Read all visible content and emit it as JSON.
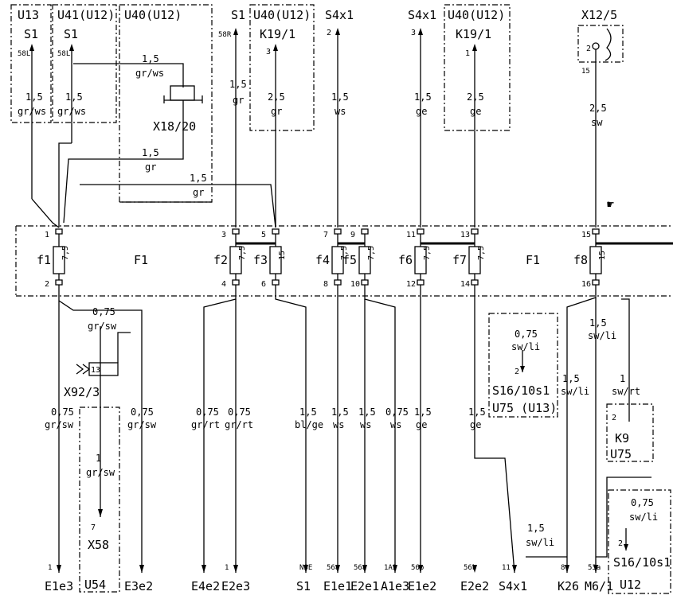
{
  "top_labels": {
    "u13": "U13",
    "u41": "U41(U12)",
    "u40a": "U40(U12)",
    "s1a": "S1",
    "u40b": "U40(U12)",
    "s4x1a": "S4x1",
    "s4x1b": "S4x1",
    "u40c": "U40(U12)",
    "x12": "X12/5"
  },
  "top_components": {
    "s1_u13": "S1",
    "s1_u41": "S1",
    "k19_a": "K19/1",
    "k19_b": "K19/1",
    "x18": "X18/20"
  },
  "top_pins": {
    "p58l_a": "58L",
    "p58l_b": "58L",
    "p58r": "58R",
    "p3": "3",
    "p2a": "2",
    "p3b": "3",
    "p1": "1",
    "p2x": "2",
    "p15": "15"
  },
  "top_wires": {
    "w1_s": "1,5",
    "w1_c": "gr/ws",
    "w2_s": "1,5",
    "w2_c": "gr/ws",
    "w3_s": "1,5",
    "w3_c": "gr/ws",
    "w4_s": "1,5",
    "w4_c": "gr",
    "w5_s": "1,5",
    "w5_c": "gr",
    "w6_s": "1,5",
    "w6_c": "gr",
    "w7_s": "2,5",
    "w7_c": "gr",
    "w8_s": "1,5",
    "w8_c": "ws",
    "w9_s": "1,5",
    "w9_c": "ge",
    "w10_s": "2,5",
    "w10_c": "ge",
    "w11_s": "2,5",
    "w11_c": "sw"
  },
  "fusebox": {
    "name_left": "F1",
    "name_right": "F1",
    "fuses": [
      {
        "id": "f1",
        "rating": "7,5",
        "pin_top": "1",
        "pin_bot": "2"
      },
      {
        "id": "f2",
        "rating": "7,5",
        "pin_top": "3",
        "pin_bot": "4"
      },
      {
        "id": "f3",
        "rating": "15",
        "pin_top": "5",
        "pin_bot": "6"
      },
      {
        "id": "f4",
        "rating": "7,5",
        "pin_top": "7",
        "pin_bot": "8"
      },
      {
        "id": "f5",
        "rating": "7,5",
        "pin_top": "9",
        "pin_bot": "10"
      },
      {
        "id": "f6",
        "rating": "7,5",
        "pin_top": "11",
        "pin_bot": "12"
      },
      {
        "id": "f7",
        "rating": "7,5",
        "pin_top": "13",
        "pin_bot": "14"
      },
      {
        "id": "f8",
        "rating": "15",
        "pin_top": "15",
        "pin_bot": "16"
      }
    ]
  },
  "bottom_wires": {
    "b1_s": "0,75",
    "b1_c": "gr/sw",
    "b2_s": "0,75",
    "b2_c": "gr/sw",
    "b3_s": "1",
    "b3_c": "gr/sw",
    "b4_s": "0,75",
    "b4_c": "gr/sw",
    "b5_s": "0,75",
    "b5_c": "gr/rt",
    "b6_s": "0,75",
    "b6_c": "gr/rt",
    "b7_s": "1,5",
    "b7_c": "bl/ge",
    "b8_s": "1,5",
    "b8_c": "ws",
    "b9_s": "1,5",
    "b9_c": "ws",
    "b10_s": "0,75",
    "b10_c": "ws",
    "b11_s": "1,5",
    "b11_c": "ge",
    "b12_s": "1,5",
    "b12_c": "ge",
    "b13_s": "0,75",
    "b13_c": "sw/li",
    "b14_s": "1,5",
    "b14_c": "sw/li",
    "b15_s": "1,5",
    "b15_c": "sw/li",
    "b16_s": "1",
    "b16_c": "sw/rt",
    "b17_s": "1,5",
    "b17_c": "sw/li",
    "b18_s": "0,75",
    "b18_c": "sw/li"
  },
  "bottom_components": {
    "x92": "X92/3",
    "x92_pin": "13",
    "x58": "X58",
    "x58_pin": "7",
    "u54": "U54",
    "s16a": "S16/10s1",
    "s16a_pin": "2",
    "u75a": "U75 (U13)",
    "k9": "K9",
    "k9_pin": "2",
    "u75b": "U75",
    "s16b": "S16/10s1",
    "s16b_pin": "2",
    "u12": "U12"
  },
  "bottom_terminals": [
    {
      "pin": "1",
      "label": "E1e3"
    },
    {
      "pin": "",
      "label": "E3e2"
    },
    {
      "pin": "",
      "label": "E4e2"
    },
    {
      "pin": "1",
      "label": "E2e3"
    },
    {
      "pin": "NSE",
      "label": "S1"
    },
    {
      "pin": "56a",
      "label": "E1e1"
    },
    {
      "pin": "56a",
      "label": "E2e1"
    },
    {
      "pin": "1A2",
      "label": "A1e3"
    },
    {
      "pin": "56b",
      "label": "E1e2"
    },
    {
      "pin": "56b",
      "label": "E2e2"
    },
    {
      "pin": "11",
      "label": "S4x1"
    },
    {
      "pin": "8",
      "label": "K26"
    },
    {
      "pin": "53a",
      "label": "M6/1"
    }
  ],
  "misc": {
    "note_symbol": "☛",
    "small_1": "1"
  }
}
